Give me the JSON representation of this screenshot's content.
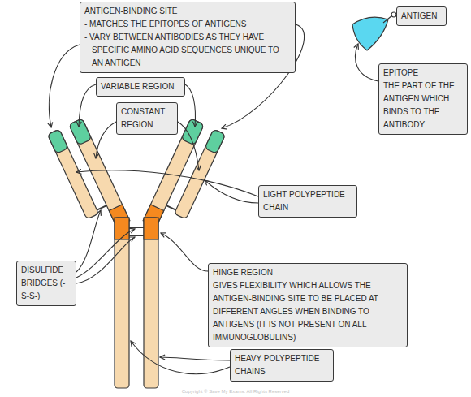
{
  "diagram": {
    "nodes": [
      {
        "text": [
          "ANTIGEN-BINDING SITE",
          "- MATCHES THE EPITOPES OF ANTIGENS",
          "- VARY BETWEEN ANTIBODIES AS THEY HAVE SPECIFIC AMINO ACID SEQUENCES UNIQUE TO AN ANTIGEN"
        ]
      },
      {
        "text": [
          "ANTIGEN"
        ]
      },
      {
        "text": [
          "EPITOPE",
          "THE PART OF THE ANTIGEN WHICH BINDS TO THE ANTIBODY"
        ]
      },
      {
        "text": [
          "VARIABLE REGION"
        ]
      },
      {
        "text": [
          "CONSTANT REGION"
        ]
      },
      {
        "text": [
          "LIGHT POLYPEPTIDE CHAIN"
        ]
      },
      {
        "text": [
          "DISULFIDE BRIDGES (-S-S-)"
        ]
      },
      {
        "text": [
          "HINGE REGION",
          "GIVES FLEXIBILITY WHICH ALLOWS THE ANTIGEN-BINDING SITE TO BE PLACED AT DIFFERENT ANGLES WHEN BINDING TO ANTIGENS (IT IS NOT PRESENT ON ALL IMMUNOGLOBULINS)"
        ]
      },
      {
        "text": [
          "HEAVY POLYPEPTIDE CHAINS"
        ]
      }
    ],
    "labels": [
      "Copyright © Save My Exams. All Rights Reserved"
    ]
  }
}
